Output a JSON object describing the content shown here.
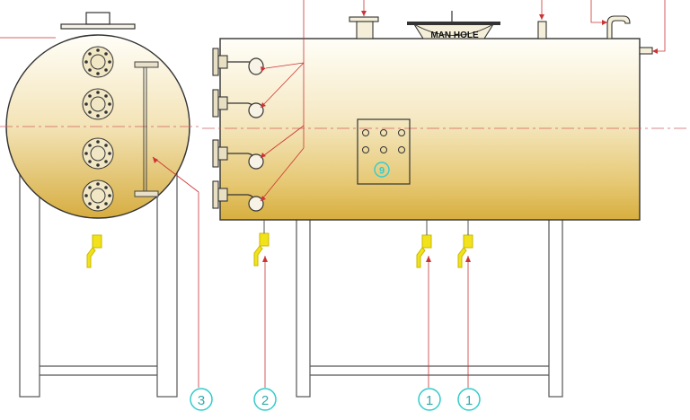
{
  "labels": {
    "manhole": "MAN HOLE",
    "tag_9": "9"
  },
  "callouts": [
    {
      "id": "callout-3",
      "text": "3"
    },
    {
      "id": "callout-2",
      "text": "2"
    },
    {
      "id": "callout-1a",
      "text": "1"
    },
    {
      "id": "callout-1b",
      "text": "1"
    }
  ],
  "colors": {
    "tank_top": "#fffdf4",
    "tank_mid": "#f3e3b8",
    "tank_bottom": "#d9b44a",
    "callout_cyan": "#33cccc",
    "leader_red": "#cc3333",
    "valve_yellow": "#f2e21a",
    "frame_gray": "#555555"
  }
}
